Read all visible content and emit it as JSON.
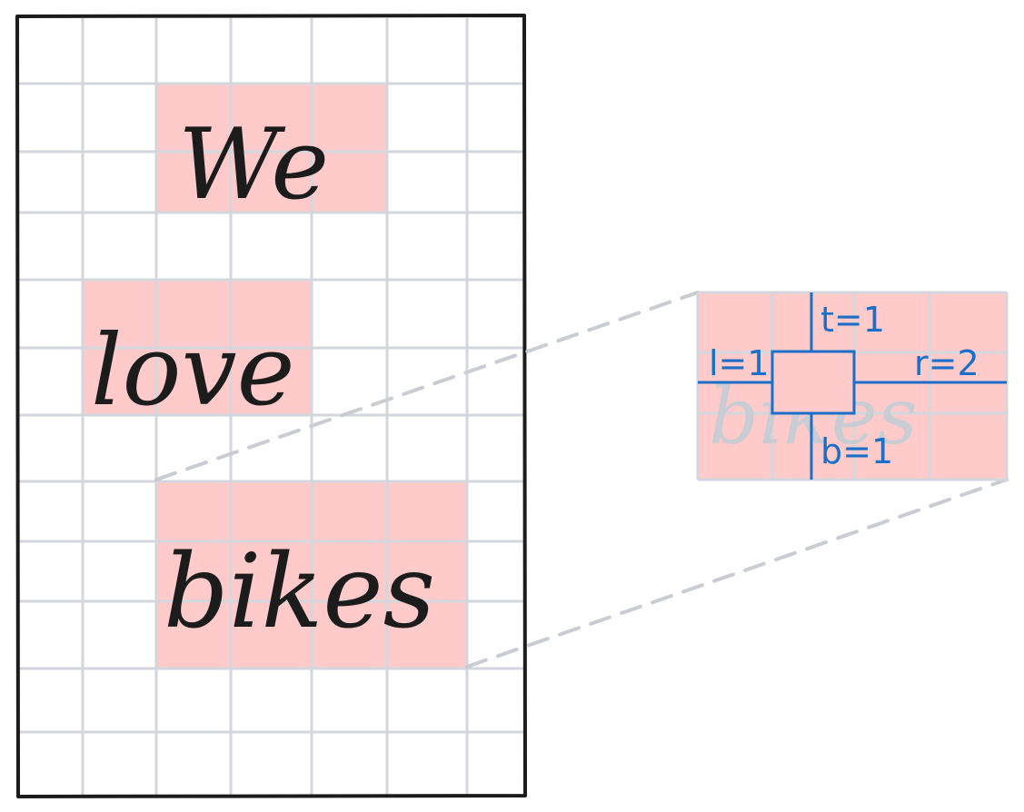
{
  "page": {
    "words": [
      "We",
      "love",
      "bikes"
    ]
  },
  "detail": {
    "ghost_word": "bikes",
    "padding_labels": {
      "top": "t=1",
      "left": "l=1",
      "right": "r=2",
      "bottom": "b=1"
    }
  },
  "colors": {
    "grid_line": "#d3d6dc",
    "highlight": "#ffcaca",
    "frame": "#1c1c1c",
    "annotation": "#1c6fc9",
    "connector": "#c9ccd3"
  }
}
